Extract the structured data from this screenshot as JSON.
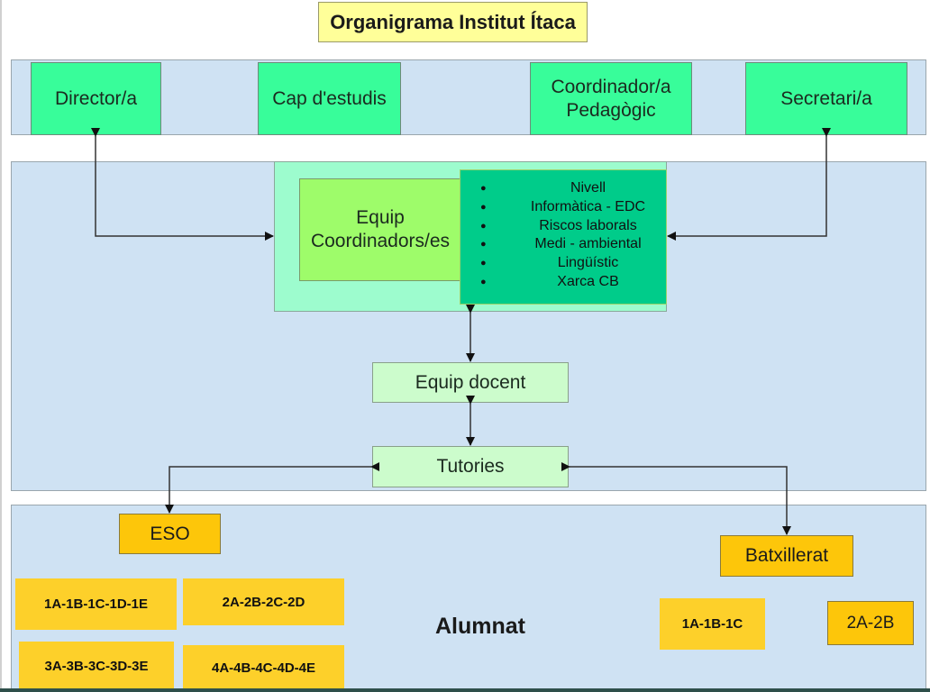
{
  "title": "Organigrama Institut Ítaca",
  "management": {
    "roles": [
      {
        "label": "Director/a"
      },
      {
        "label": "Cap d'estudis"
      },
      {
        "label_line1": "Coordinador/a",
        "label_line2": "Pedagògic"
      },
      {
        "label": "Secretari/a"
      }
    ]
  },
  "coordination": {
    "team_line1": "Equip",
    "team_line2": "Coordinadors/es",
    "items": [
      "Nivell",
      "Informàtica - EDC",
      "Riscos laborals",
      "Medi - ambiental",
      "Lingüístic",
      "Xarca CB"
    ]
  },
  "teaching_team": "Equip docent",
  "tutorials": "Tutories",
  "students": {
    "label": "Alumnat",
    "eso": {
      "label": "ESO",
      "groups": [
        "1A-1B-1C-1D-1E",
        "2A-2B-2C-2D",
        "3A-3B-3C-3D-3E",
        "4A-4B-4C-4D-4E"
      ]
    },
    "batxillerat": {
      "label": "Batxillerat",
      "groups": [
        "1A-1B-1C",
        "2A-2B"
      ]
    }
  },
  "colors": {
    "band": "#cfe2f3",
    "role": "#38fd9a",
    "title": "#ffff99",
    "coord_team": "#9efc6a",
    "coord_list": "#00cc8a",
    "stage": "#fdc60a"
  }
}
